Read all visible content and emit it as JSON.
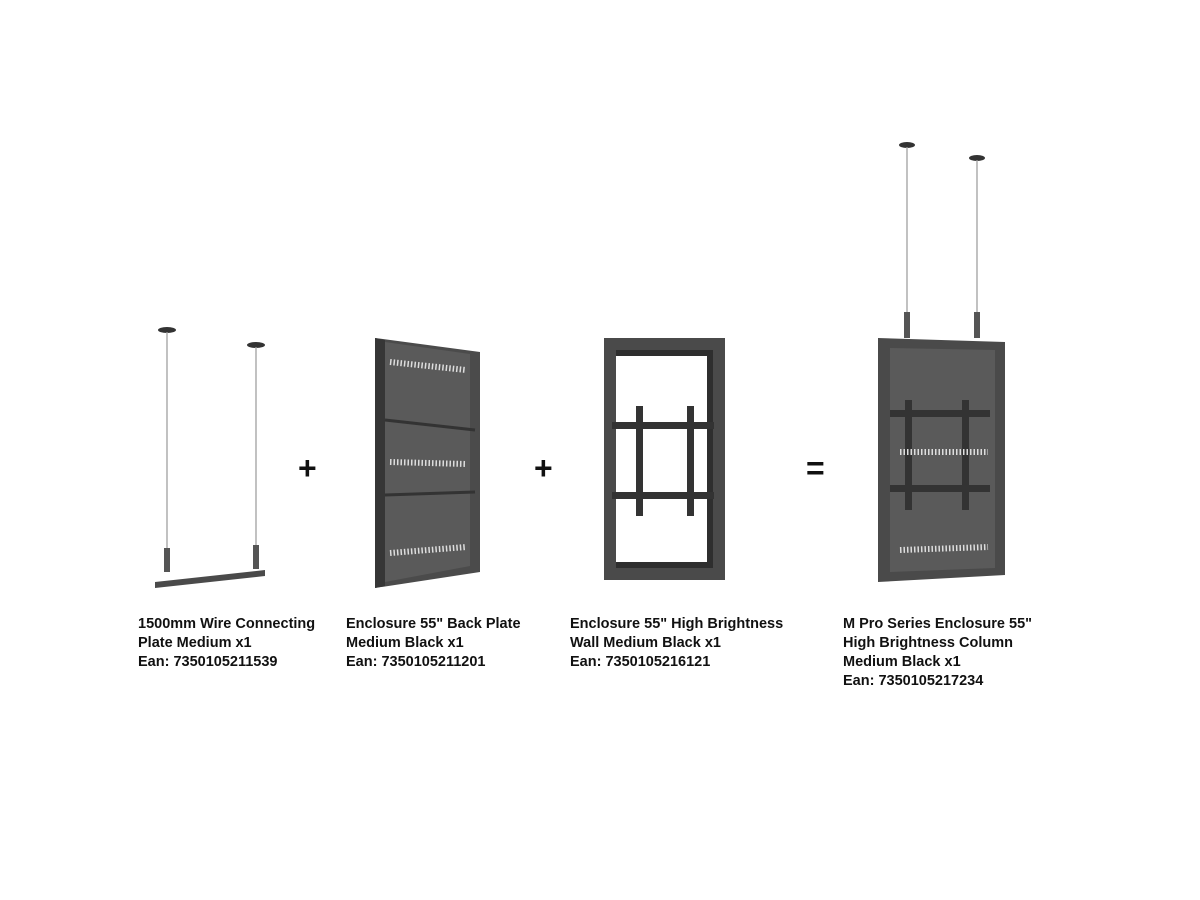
{
  "products": [
    {
      "lines": [
        "1500mm Wire Connecting",
        "Plate Medium x1"
      ],
      "ean": "Ean: 7350105211539"
    },
    {
      "lines": [
        "Enclosure 55\" Back Plate",
        "Medium Black x1"
      ],
      "ean": "Ean: 7350105211201"
    },
    {
      "lines": [
        "Enclosure 55\" High Brightness",
        "Wall Medium Black x1"
      ],
      "ean": "Ean: 7350105216121"
    },
    {
      "lines": [
        "M Pro Series Enclosure 55\"",
        "High Brightness Column",
        "Medium Black x1"
      ],
      "ean": "Ean: 7350105217234"
    }
  ],
  "operators": [
    "+",
    "+",
    "="
  ],
  "colors": {
    "metal": "#4a4a4a",
    "metal_dark": "#2e2e2e",
    "wire": "#9a9a9a"
  }
}
